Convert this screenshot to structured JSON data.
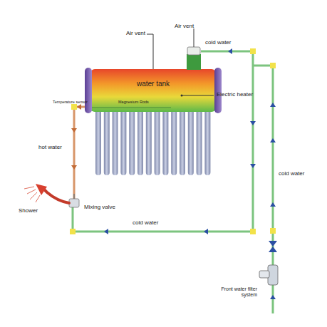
{
  "diagram": {
    "nodes": [
      {
        "text": [
          "water tank"
        ]
      }
    ],
    "labels": [
      "Air vent",
      "Air vent",
      "cold water",
      "Electric heater",
      "Temperature sensor",
      "Magnesium Rods",
      "hot water",
      "Shower",
      "Mixing valve",
      "cold water",
      "cold water",
      "Front water filter system"
    ]
  }
}
